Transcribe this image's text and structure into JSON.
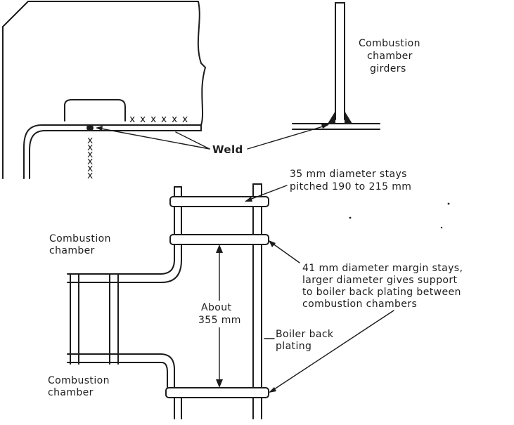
{
  "labels": {
    "girders": [
      "Combustion",
      "chamber",
      "girders"
    ],
    "weld": "Weld",
    "stays": [
      "35 mm diameter stays",
      "pitched 190 to 215 mm"
    ],
    "chamber_top": [
      "Combustion",
      "chamber"
    ],
    "margin_stays": [
      "41 mm diameter margin stays,",
      "larger diameter gives support",
      "to boiler back plating between",
      "combustion chambers"
    ],
    "about": [
      "About",
      "355 mm"
    ],
    "boiler_back": [
      "Boiler back",
      "plating"
    ],
    "chamber_bottom": [
      "Combustion",
      "chamber"
    ],
    "weld_marks": "x"
  }
}
